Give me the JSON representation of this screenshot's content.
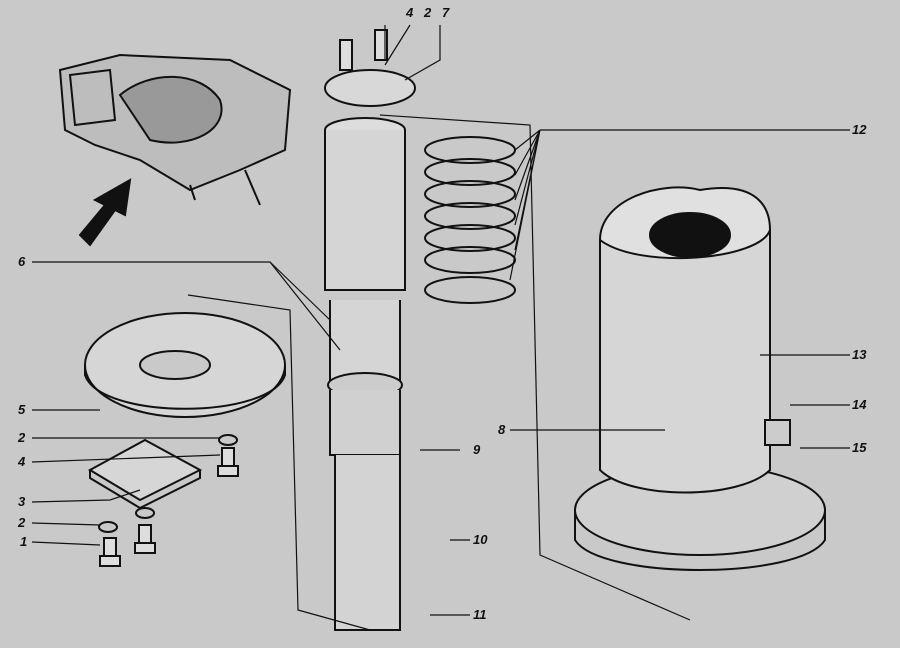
{
  "diagram": {
    "callouts": [
      {
        "id": "4",
        "part": "bolt-top"
      },
      {
        "id": "2",
        "part": "washer-top"
      },
      {
        "id": "7",
        "part": "top-cover-plate"
      },
      {
        "id": "12",
        "part": "seal-rings"
      },
      {
        "id": "6",
        "part": "shaft-lower"
      },
      {
        "id": "13",
        "part": "housing"
      },
      {
        "id": "14",
        "part": "elbow-fitting"
      },
      {
        "id": "15",
        "part": "housing-base"
      },
      {
        "id": "8",
        "part": "housing-fitting"
      },
      {
        "id": "9",
        "part": "shaft-fittings-upper"
      },
      {
        "id": "10",
        "part": "shaft-fittings-middle"
      },
      {
        "id": "11",
        "part": "shaft-fitting-lower"
      },
      {
        "id": "5",
        "part": "mounting-flange"
      },
      {
        "id": "2",
        "part": "washer-left"
      },
      {
        "id": "4",
        "part": "bolt-left"
      },
      {
        "id": "3",
        "part": "lock-plate"
      },
      {
        "id": "2",
        "part": "washer-lower"
      },
      {
        "id": "1",
        "part": "bolt-lower"
      }
    ]
  }
}
